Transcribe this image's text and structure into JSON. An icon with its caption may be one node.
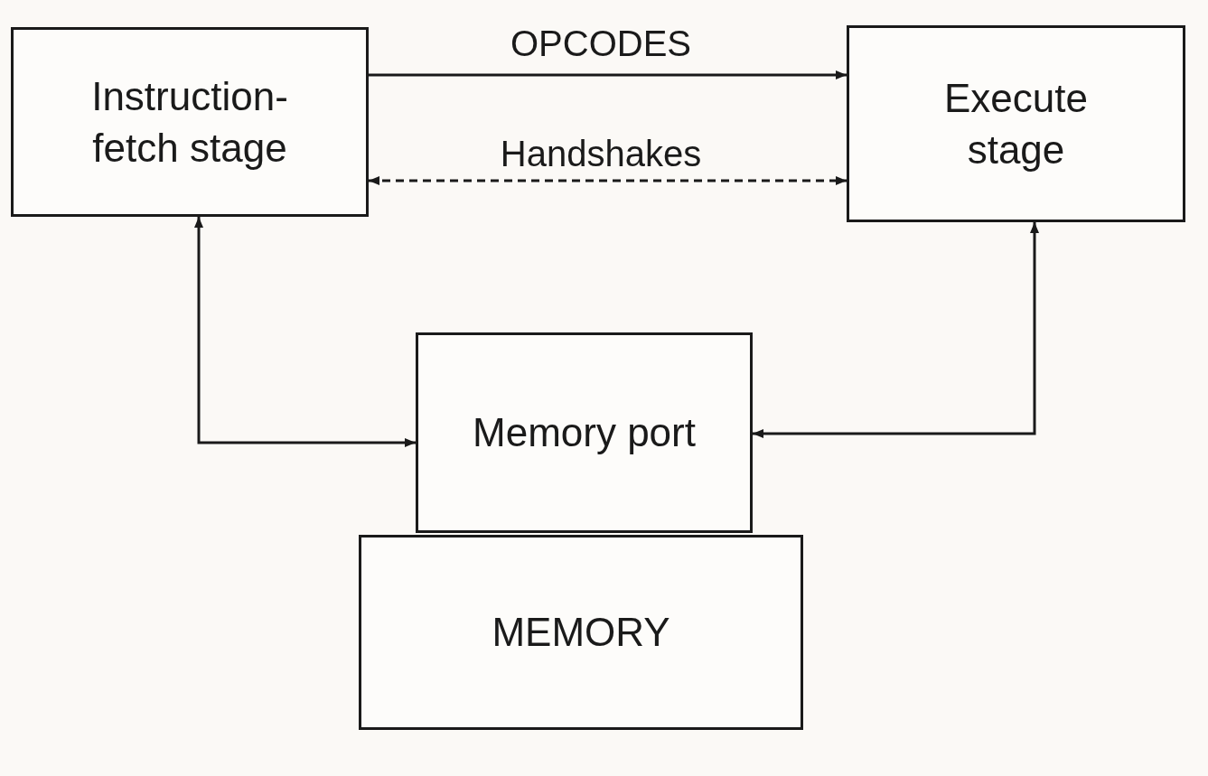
{
  "diagram": {
    "nodes": [
      {
        "text": [
          "Instruction- fetch stage"
        ]
      },
      {
        "text": [
          "Execute stage"
        ]
      },
      {
        "text": [
          "Memory port"
        ]
      },
      {
        "text": [
          "MEMORY"
        ]
      }
    ],
    "edges": [
      {
        "from": 0,
        "to": 1,
        "arrow": "to",
        "label": "OPCODES"
      },
      {
        "from": 0,
        "to": 1,
        "arrow": "both",
        "label": "Handshakes",
        "style": "dashed"
      },
      {
        "from": 0,
        "to": 2,
        "arrow": "both"
      },
      {
        "from": 1,
        "to": 2,
        "arrow": "both"
      }
    ]
  }
}
